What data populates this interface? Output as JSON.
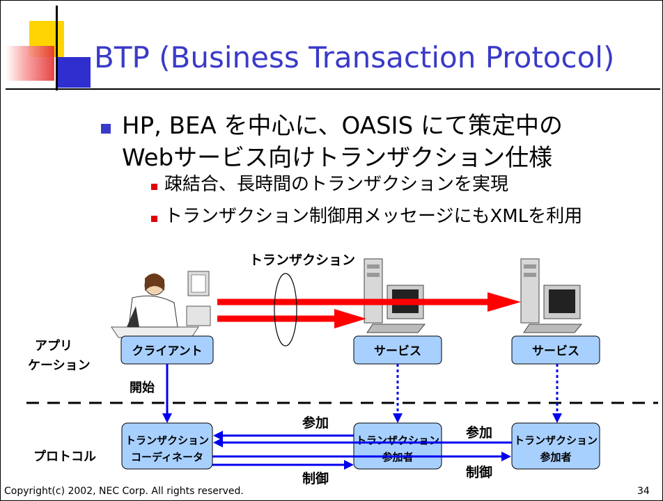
{
  "slide": {
    "title": "BTP (Business Transaction Protocol)",
    "bullet_line1": "HP, BEA を中心に、OASIS にて策定中の",
    "bullet_line2": "Webサービス向けトランザクション仕様",
    "sub_bullets": [
      "疎結合、長時間のトランザクションを実現",
      "トランザクション制御用メッセージにもXMLを利用"
    ],
    "copyright": "Copyright(c) 2002, NEC Corp. All rights reserved.",
    "page_number": "34"
  },
  "diagram": {
    "transaction_label": "トランザクション",
    "layer_app_line1": "アプリ",
    "layer_app_line2": "ケーション",
    "layer_protocol": "プロトコル",
    "start_label": "開始",
    "join_label": "参加",
    "control_label": "制御",
    "client_box": "クライアント",
    "service_box": "サービス",
    "coordinator_line1": "トランザクション",
    "coordinator_line2": "コーディネータ",
    "participant_line1": "トランザクション",
    "participant_line2": "参加者",
    "colors": {
      "box_fill": "#a8d0ff",
      "arrow_red": "#ff0000",
      "arrow_blue": "#0000ee",
      "title_blue": "#3a3ac8"
    }
  }
}
